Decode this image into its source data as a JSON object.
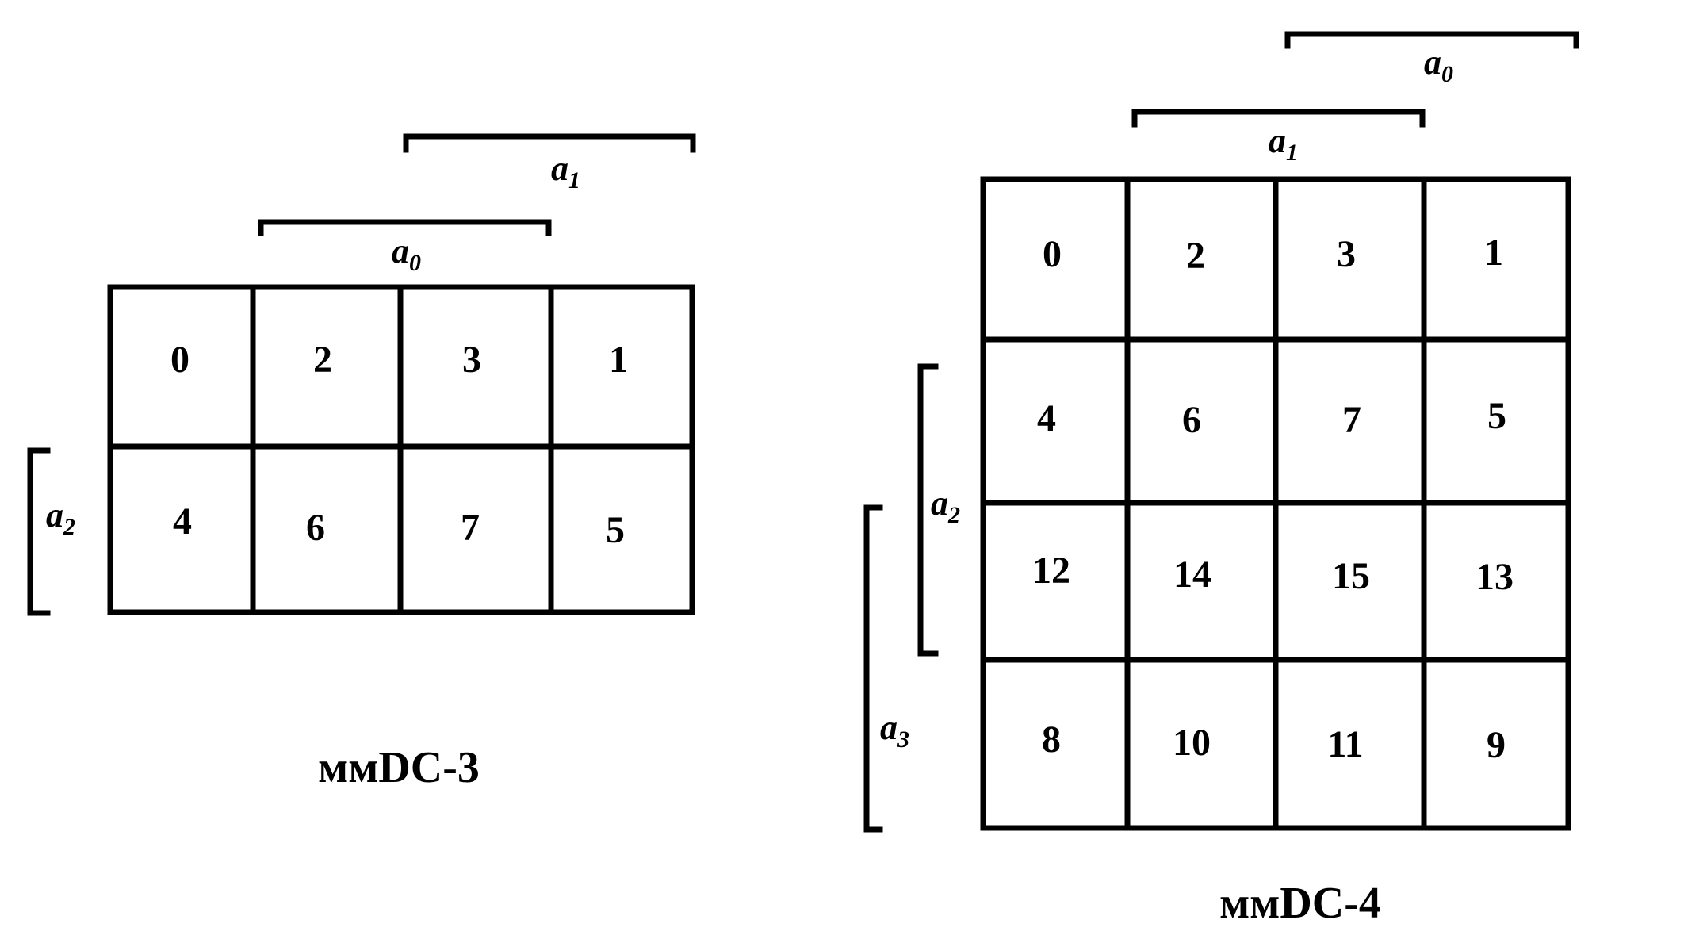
{
  "diagrams": [
    {
      "caption": "ммDC-3",
      "rows": [
        [
          "0",
          "2",
          "3",
          "1"
        ],
        [
          "4",
          "6",
          "7",
          "5"
        ]
      ],
      "column_vars": [
        {
          "letter": "a",
          "sub": "1"
        },
        {
          "letter": "a",
          "sub": "0"
        }
      ],
      "row_vars": [
        {
          "letter": "a",
          "sub": "2"
        }
      ]
    },
    {
      "caption": "ммDC-4",
      "rows": [
        [
          "0",
          "2",
          "3",
          "1"
        ],
        [
          "4",
          "6",
          "7",
          "5"
        ],
        [
          "12",
          "14",
          "15",
          "13"
        ],
        [
          "8",
          "10",
          "11",
          "9"
        ]
      ],
      "column_vars": [
        {
          "letter": "a",
          "sub": "0"
        },
        {
          "letter": "a",
          "sub": "1"
        }
      ],
      "row_vars": [
        {
          "letter": "a",
          "sub": "2"
        },
        {
          "letter": "a",
          "sub": "3"
        }
      ]
    }
  ]
}
